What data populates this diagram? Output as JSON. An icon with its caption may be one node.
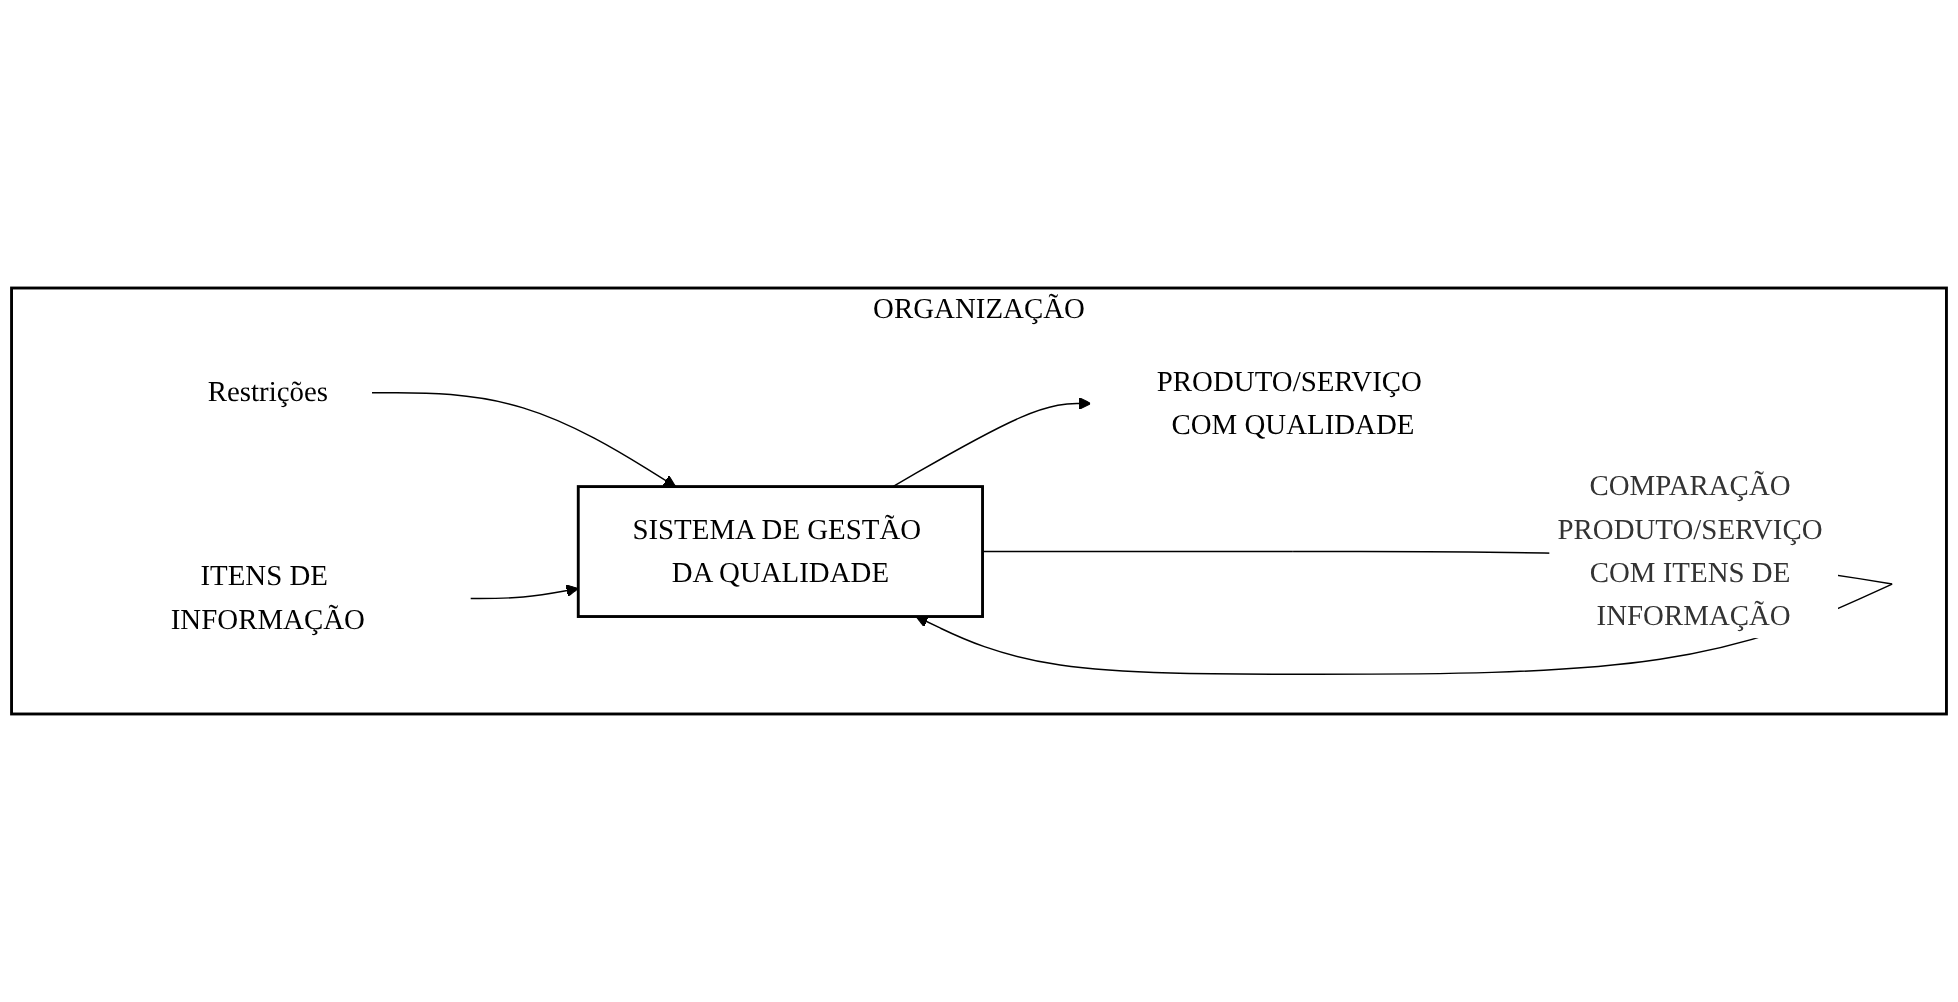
{
  "diagram": {
    "nodes": [
      {
        "text": [
          "ORGANIZAÇÃO"
        ]
      },
      {
        "text": [
          "Restrições"
        ],
        "in": 0
      },
      {
        "text": [
          "ITENS DE INFORMAÇÃO"
        ],
        "in": 0
      },
      {
        "text": [
          "SISTEMA DE GESTÃO DA QUALIDADE"
        ],
        "in": 0
      },
      {
        "text": [
          "PRODUTO/SERVIÇO COM QUALIDADE"
        ],
        "in": 0
      }
    ],
    "edges": [
      {
        "from": 1,
        "to": 3,
        "arrow": "to"
      },
      {
        "from": 2,
        "to": 3,
        "arrow": "to"
      },
      {
        "from": 3,
        "to": 4,
        "arrow": "to"
      },
      {
        "from": 3,
        "to": 3,
        "arrow": "to",
        "label": "COMPARAÇÃO PRODUTO/SERVIÇO COM ITENS DE INFORMAÇÃO"
      }
    ]
  }
}
